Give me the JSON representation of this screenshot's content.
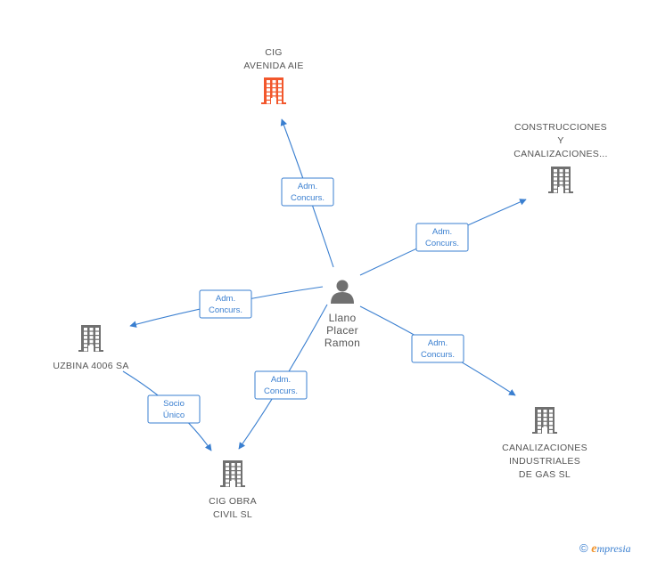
{
  "colors": {
    "edge": "#3a7fd0",
    "company": "#707070",
    "highlight": "#f2572c",
    "person": "#707070",
    "label": "#555555"
  },
  "nodes": [
    {
      "id": "person",
      "kind": "person",
      "icon": "person-icon",
      "lines": [
        "Llano",
        "Placer",
        "Ramon"
      ]
    },
    {
      "id": "cig_avenida",
      "kind": "company",
      "highlight": true,
      "icon": "building-icon",
      "lines": [
        "CIG",
        "AVENIDA AIE"
      ]
    },
    {
      "id": "construcciones",
      "kind": "company",
      "icon": "building-icon",
      "lines": [
        "CONSTRUCCIONES",
        "Y",
        "CANALIZACIONES..."
      ]
    },
    {
      "id": "uzbina",
      "kind": "company",
      "icon": "building-icon",
      "lines": [
        "UZBINA 4006 SA"
      ]
    },
    {
      "id": "canalizaciones_gas",
      "kind": "company",
      "icon": "building-icon",
      "lines": [
        "CANALIZACIONES",
        "INDUSTRIALES",
        "DE GAS SL"
      ]
    },
    {
      "id": "cig_obra",
      "kind": "company",
      "icon": "building-icon",
      "lines": [
        "CIG OBRA",
        "CIVIL SL"
      ]
    }
  ],
  "edges": [
    {
      "from": "person",
      "to": "cig_avenida",
      "label": [
        "Adm.",
        "Concurs."
      ]
    },
    {
      "from": "person",
      "to": "construcciones",
      "label": [
        "Adm.",
        "Concurs."
      ]
    },
    {
      "from": "person",
      "to": "uzbina",
      "label": [
        "Adm.",
        "Concurs."
      ]
    },
    {
      "from": "person",
      "to": "canalizaciones_gas",
      "label": [
        "Adm.",
        "Concurs."
      ]
    },
    {
      "from": "person",
      "to": "cig_obra",
      "label": [
        "Adm.",
        "Concurs."
      ]
    },
    {
      "from": "uzbina",
      "to": "cig_obra",
      "label": [
        "Socio",
        "Único"
      ]
    }
  ],
  "footer": {
    "copyright_symbol": "©",
    "brand_initial": "e",
    "brand_rest": "mpresia"
  }
}
